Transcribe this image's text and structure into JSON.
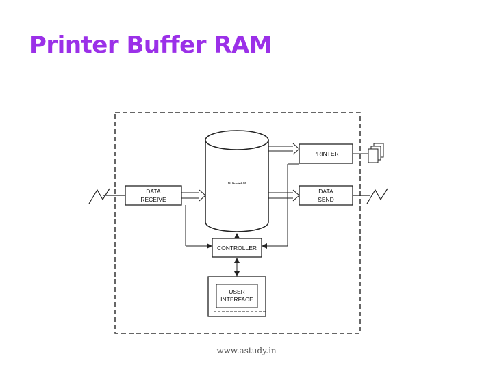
{
  "slide": {
    "title": "Printer Buffer RAM",
    "footer": "www.astudy.in"
  },
  "diagram": {
    "buffer_ram": "BUFFRAM",
    "data_receive": [
      "DATA",
      "RECEIVE"
    ],
    "printer": "PRINTER",
    "data_send": [
      "DATA",
      "SEND"
    ],
    "controller": "CONTROLLER",
    "user_interface": [
      "USER",
      "INTERFACE"
    ]
  }
}
